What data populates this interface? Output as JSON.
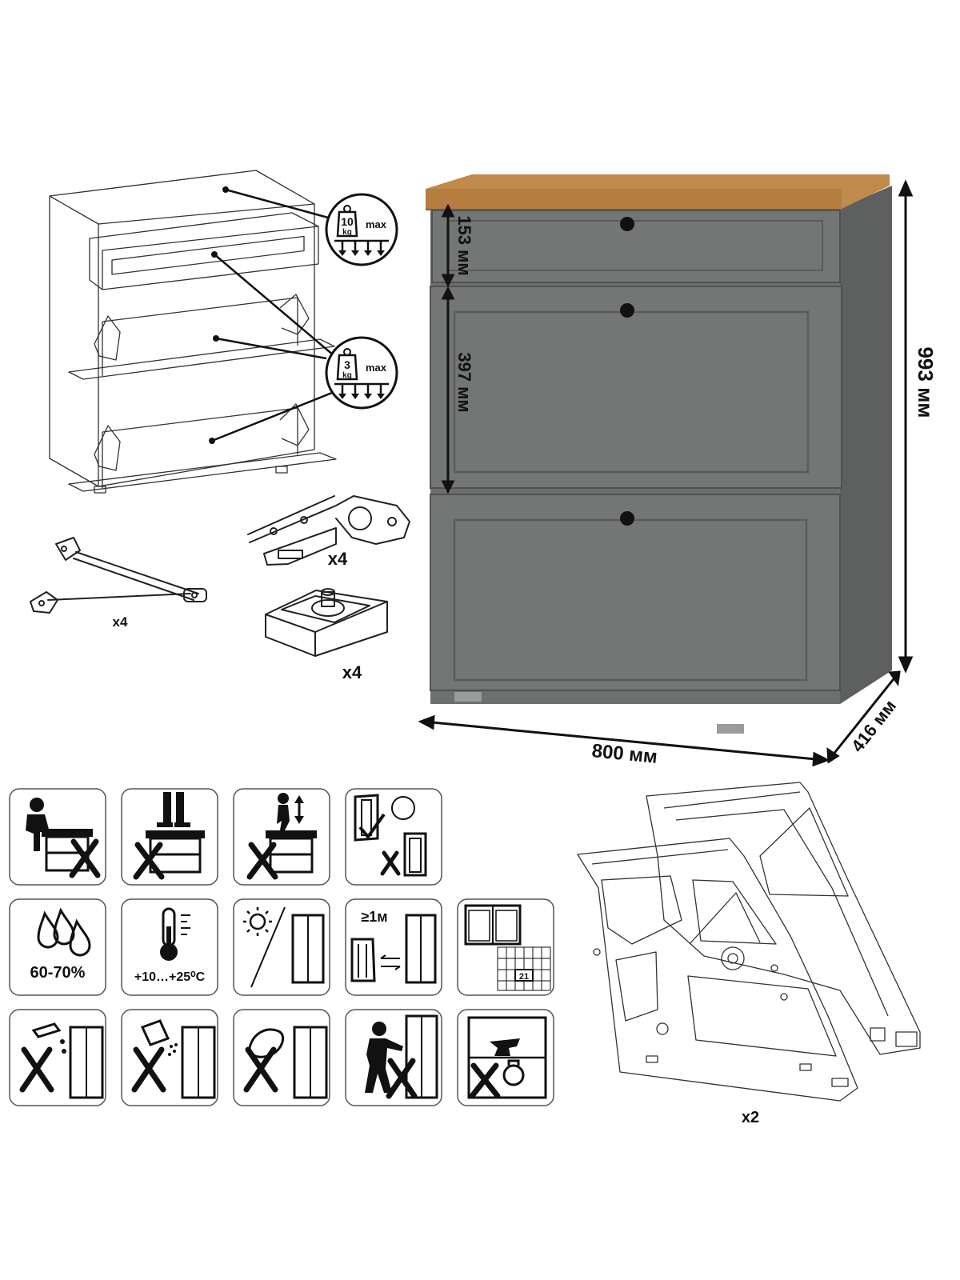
{
  "load_badges": [
    {
      "weight": "10",
      "unit": "kg",
      "label": "max"
    },
    {
      "weight": "3",
      "unit": "kg",
      "label": "max"
    }
  ],
  "hardware": {
    "stay_qty": "x4",
    "hinge_qty": "x4",
    "leveler_qty": "x4",
    "mechanism_qty": "x2"
  },
  "dimensions": {
    "drawer_height": "153 мм",
    "flap_height": "397 мм",
    "total_height": "993 мм",
    "width": "800 мм",
    "depth": "416 мм"
  },
  "icon_labels": {
    "humidity": "60-70%",
    "temperature": "+10…+25⁰С",
    "distance": "≥1м",
    "calendar_day": "21"
  },
  "colors": {
    "cabinet_body": "#6e7070",
    "cabinet_front": "#747676",
    "worktop": "#c08a4a",
    "outline": "#222222"
  }
}
